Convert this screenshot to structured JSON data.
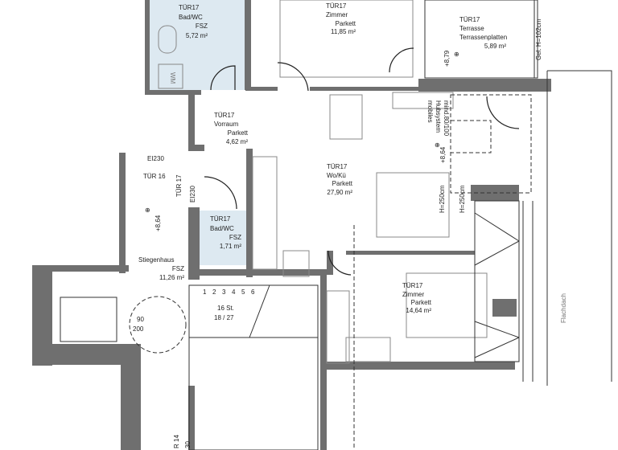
{
  "rooms": {
    "bad_wc_1": {
      "unit": "TÜR17",
      "name": "Bad/WC",
      "floor": "FSZ",
      "area": "5,72 m²",
      "fixture": "WM"
    },
    "zimmer_1": {
      "unit": "TÜR17",
      "name": "Zimmer",
      "floor": "Parkett",
      "area": "11,85 m²"
    },
    "terrasse": {
      "unit": "TÜR17",
      "name": "Terrasse",
      "floor": "Terrassenplatten",
      "area": "5,89 m²",
      "railing": "Gel. H=102cm",
      "level": "+8,79"
    },
    "vorraum": {
      "unit": "TÜR17",
      "name": "Vorraum",
      "floor": "Parkett",
      "area": "4,62 m²"
    },
    "wohn_kueche": {
      "unit": "TÜR17",
      "name": "Wo/Kü",
      "floor": "Parkett",
      "area": "27,90 m²",
      "level": "+8,64"
    },
    "lift_note": {
      "line1": "mobiles",
      "line2": "Hubsystem",
      "line3": "mind.80/100"
    },
    "bad_wc_2": {
      "unit": "TÜR17",
      "name": "Bad/WC",
      "floor": "FSZ",
      "area": "1,71 m²"
    },
    "stiegenhaus": {
      "name": "Stiegenhaus",
      "floor": "FSZ",
      "area": "11,26 m²",
      "level": "+8,64"
    },
    "zimmer_2": {
      "unit": "TÜR17",
      "name": "Zimmer",
      "floor": "Parkett",
      "area": "14,64 m²"
    }
  },
  "doors": {
    "tuer16": {
      "rating": "EI230",
      "label": "TÜR 16"
    },
    "tuer17": {
      "label": "TÜR 17",
      "rating": "EI230"
    },
    "tuer14": {
      "label": "R 14",
      "rating": "30"
    }
  },
  "stairs": {
    "steps": "16 St.",
    "ratio": "18 / 27",
    "numbers": [
      "1",
      "2",
      "3",
      "4",
      "5",
      "6"
    ]
  },
  "elevator": {
    "width": "90",
    "depth": "200"
  },
  "heights": {
    "h1": "H=250cm",
    "h2": "H=250cm"
  },
  "roof": {
    "label": "Flachdach"
  },
  "colors": {
    "wall": "#6f6f6f",
    "wet_room": "#dde9f1"
  }
}
